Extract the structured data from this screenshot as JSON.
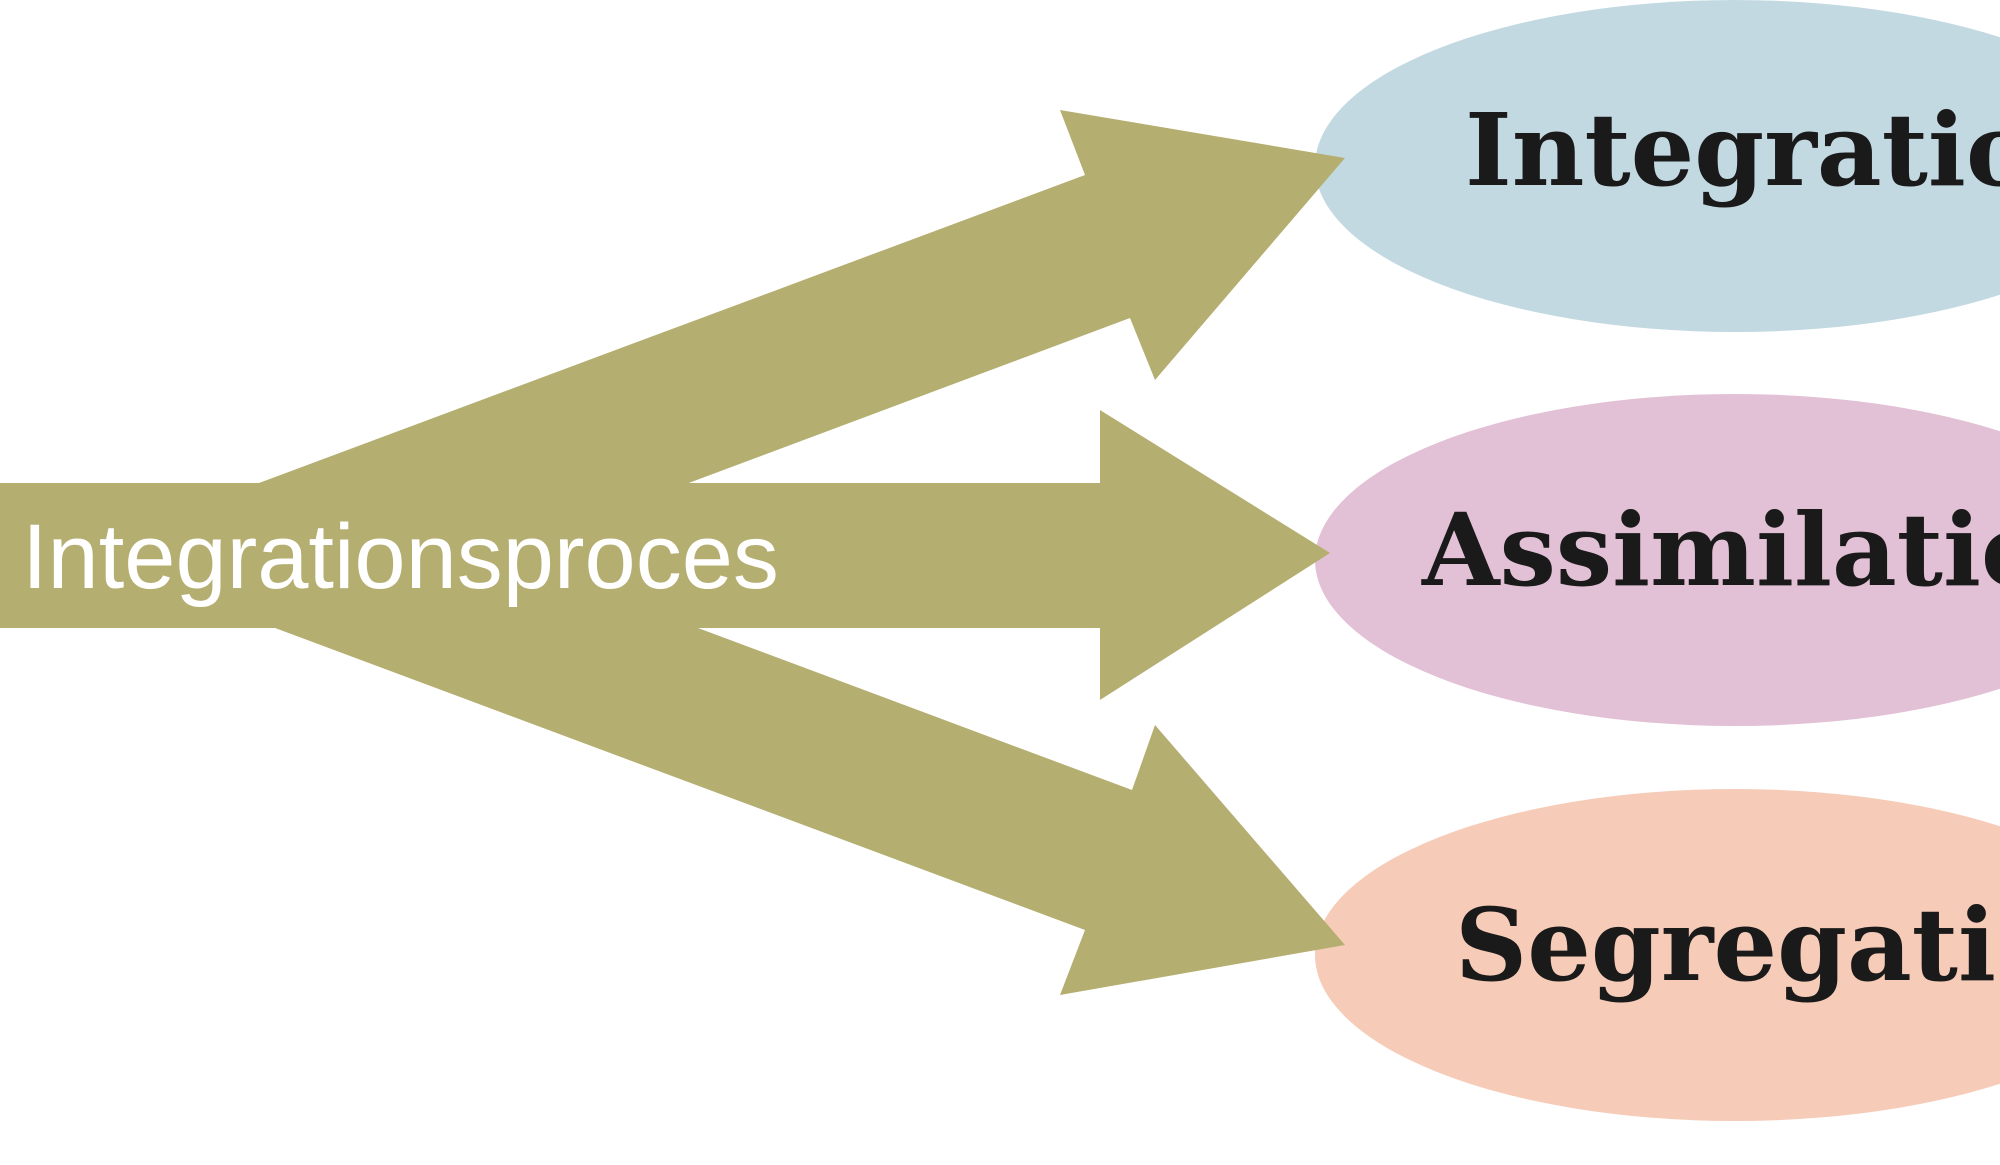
{
  "source": {
    "label": "Integrationsproces"
  },
  "outcomes": [
    {
      "label": "Integration",
      "color": "#c3d9e2"
    },
    {
      "label": "Assimilation",
      "color": "#e2c0d5"
    },
    {
      "label": "Segregation",
      "color": "#f6cbb7"
    }
  ],
  "arrow_color": "#b5ae71"
}
